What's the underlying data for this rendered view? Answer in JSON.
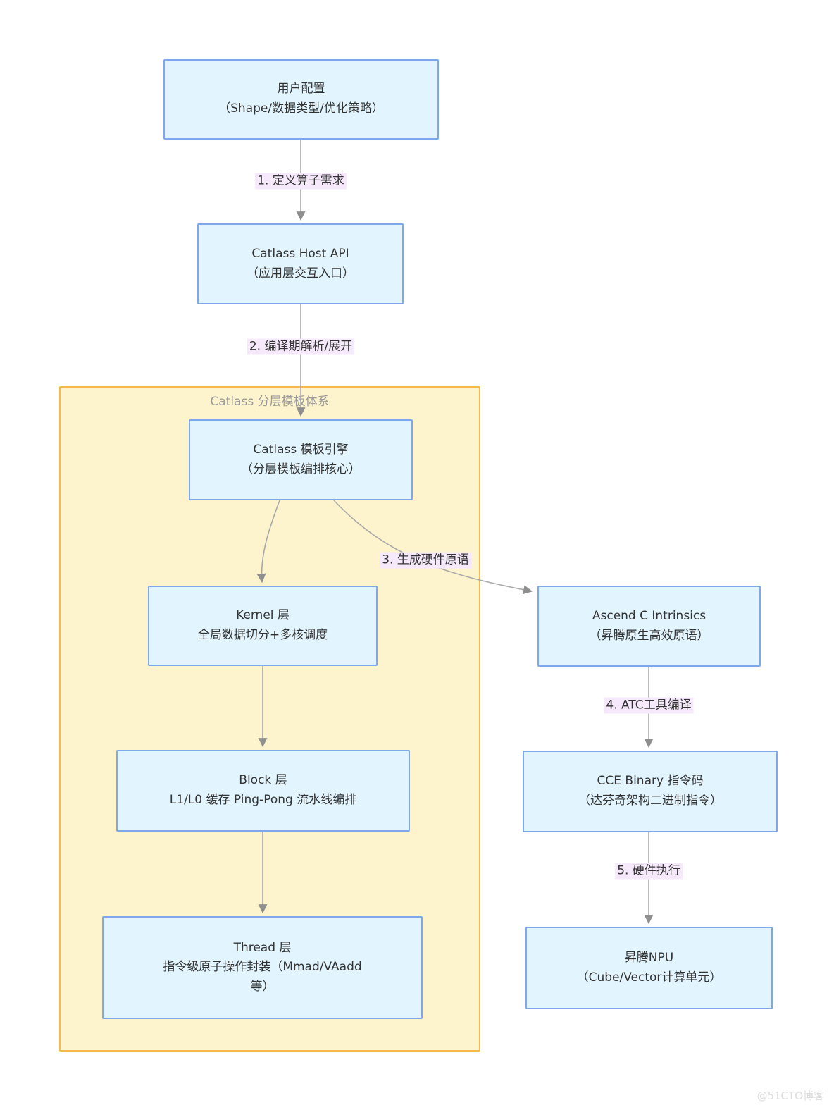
{
  "page": {
    "watermark": "@51CTO博客"
  },
  "diagram": {
    "type": "flowchart",
    "subgraph": {
      "title": "Catlass 分层模板体系"
    },
    "nodes": {
      "user_config": {
        "title": "用户配置",
        "subtitle": "（Shape/数据类型/优化策略）"
      },
      "host_api": {
        "title": "Catlass Host API",
        "subtitle": "（应用层交互入口）"
      },
      "template_engine": {
        "title": "Catlass 模板引擎",
        "subtitle": "（分层模板编排核心）"
      },
      "kernel_layer": {
        "title": "Kernel 层",
        "subtitle": "全局数据切分+多核调度"
      },
      "block_layer": {
        "title": "Block 层",
        "subtitle": "L1/L0 缓存 Ping-Pong 流水线编排"
      },
      "thread_layer": {
        "title": "Thread 层",
        "subtitle": "指令级原子操作封装（Mmad/VAadd 等）"
      },
      "ascend_intrinsics": {
        "title": "Ascend C Intrinsics",
        "subtitle": "（昇腾原生高效原语）"
      },
      "cce_binary": {
        "title": "CCE Binary 指令码",
        "subtitle": "（达芬奇架构二进制指令）"
      },
      "npu": {
        "title": "昇腾NPU",
        "subtitle": "（Cube/Vector计算单元）"
      }
    },
    "edge_labels": {
      "step1": "1. 定义算子需求",
      "step2": "2. 编译期解析/展开",
      "step3": "3. 生成硬件原语",
      "step4": "4. ATC工具编译",
      "step5": "5. 硬件执行"
    },
    "colors": {
      "node_fill": "#e2f4fd",
      "node_border": "#7fa8ec",
      "subgraph_fill": "#fdf3cc",
      "subgraph_border": "#f5b94e",
      "edge_label_bg": "#f5e9fb",
      "edge_line": "#a9a9a9",
      "arrowhead": "#8f8f8f",
      "text": "#333333",
      "subgraph_title": "#9a9a9a",
      "watermark": "#dcdcdc"
    }
  }
}
